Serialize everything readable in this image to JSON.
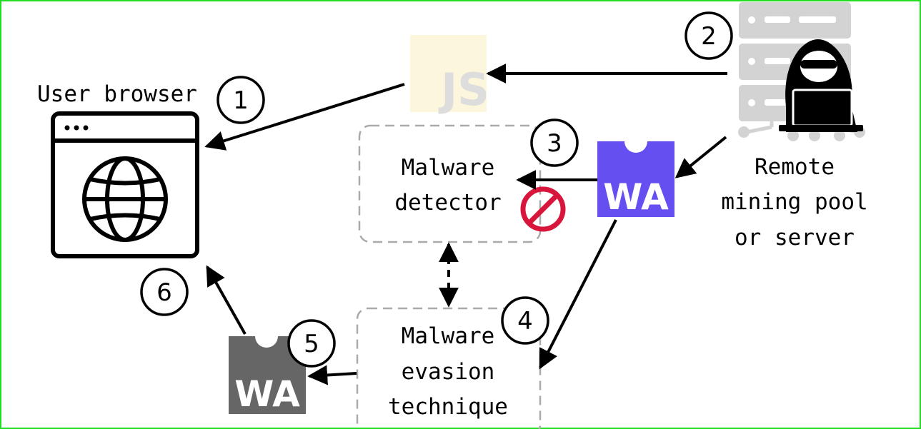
{
  "frame_color": "#22dd22",
  "labels": {
    "user_browser": "User browser",
    "remote_line1": "Remote",
    "remote_line2": "mining pool",
    "remote_line3": "or server",
    "detector_line1": "Malware",
    "detector_line2": "detector",
    "evasion_line1": "Malware",
    "evasion_line2": "evasion",
    "evasion_line3": "technique"
  },
  "badges": {
    "js": "JS",
    "wa_purple": "WA",
    "wa_gray": "WA"
  },
  "steps": [
    "1",
    "2",
    "3",
    "4",
    "5",
    "6"
  ],
  "colors": {
    "js_bg": "#fbf6dc",
    "js_text": "#dddddd",
    "wa_purple": "#654ff0",
    "wa_gray": "#666666",
    "server_gray": "#d3d3d3",
    "prohibit_red": "#d8163b",
    "dashed_box": "#aaaaaa"
  },
  "icons": [
    "browser-window-icon",
    "globe-icon",
    "javascript-logo",
    "webassembly-logo",
    "server-icon",
    "hacker-icon",
    "prohibited-icon"
  ]
}
